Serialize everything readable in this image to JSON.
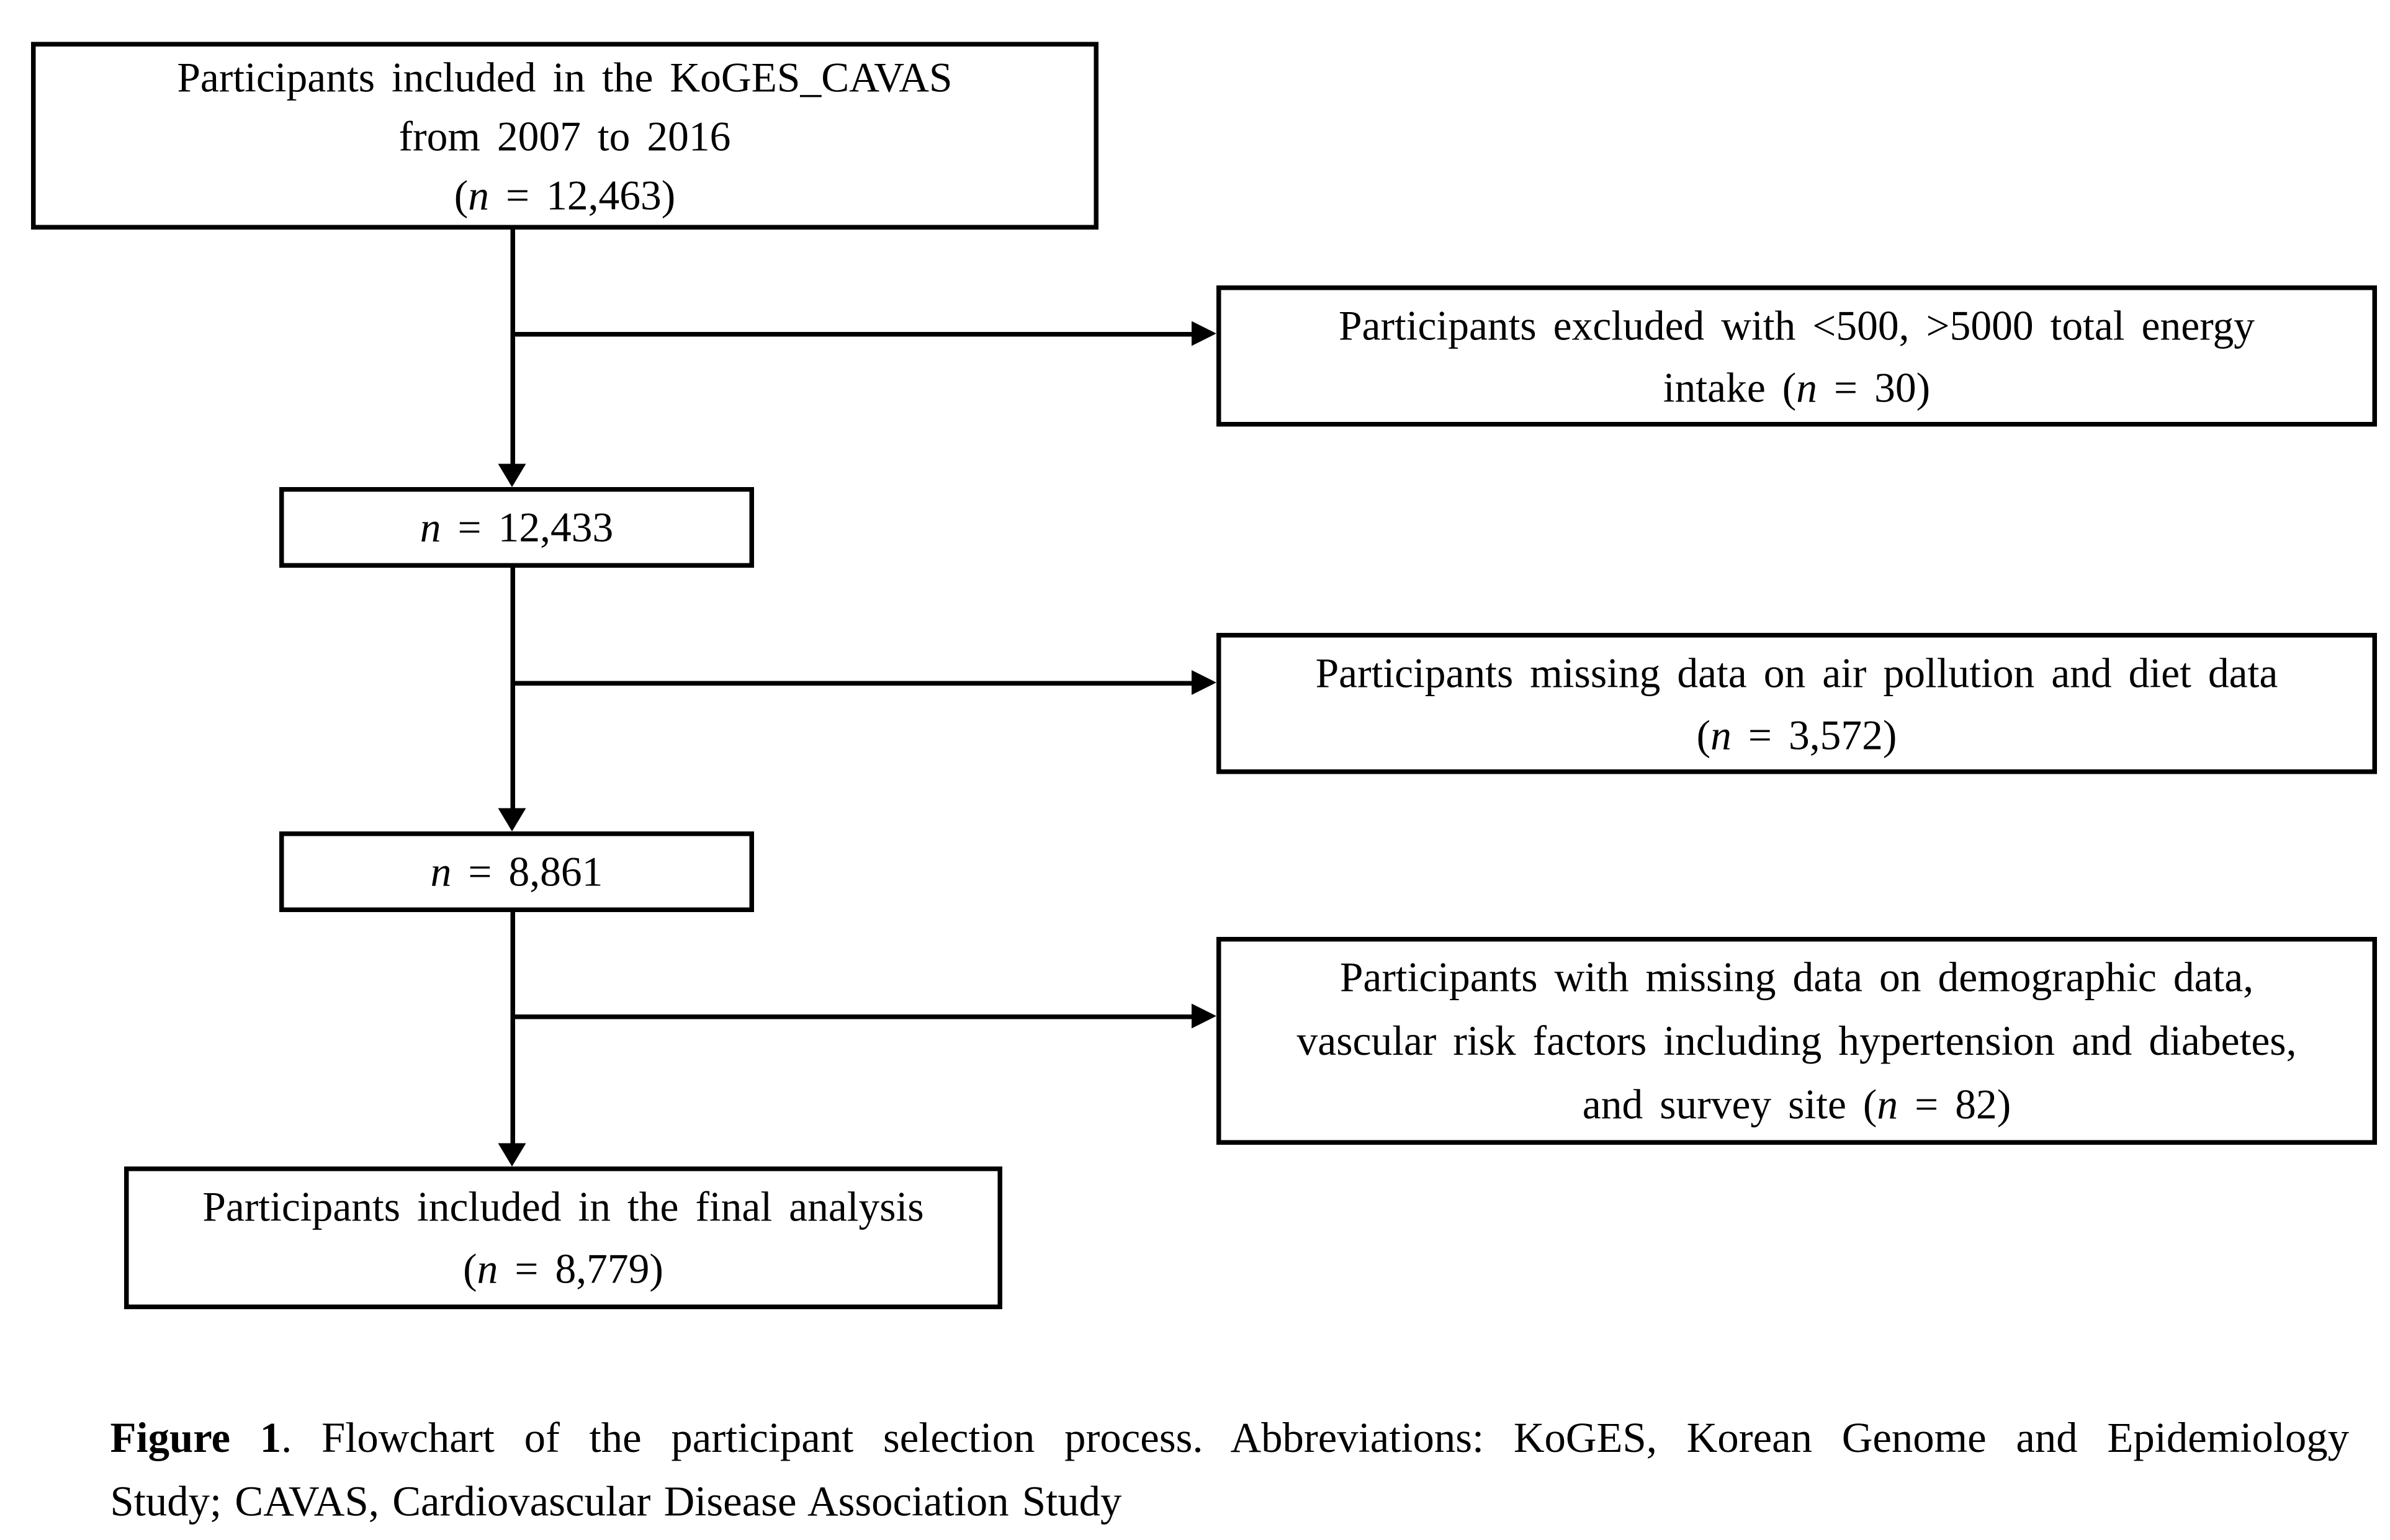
{
  "colors": {
    "ink": "#000000",
    "paper": "#ffffff"
  },
  "icons": {
    "down_arrowhead": "css-triangle-down",
    "right_arrowhead": "css-triangle-right"
  },
  "flow": {
    "box1": {
      "l1": "Participants included in the KoGES_CAVAS",
      "l2": "from 2007 to 2016",
      "n_pre": "(",
      "n_var": "n",
      "n_post": " = 12,463)"
    },
    "ex1": {
      "l1": "Participants excluded with <500, >5000 total energy",
      "l2_pre": "intake (",
      "n_var": "n",
      "n_post": " = 30)"
    },
    "box2": {
      "n_var": "n",
      "n_post": " = 12,433"
    },
    "ex2": {
      "l1": "Participants missing data on air pollution and diet data",
      "n_pre": "(",
      "n_var": "n",
      "n_post": " = 3,572)"
    },
    "box3": {
      "n_var": "n",
      "n_post": " = 8,861"
    },
    "ex3": {
      "l1": "Participants with missing data on demographic data,",
      "l2": "vascular risk factors including hypertension and diabetes,",
      "l3_pre": "and survey site (",
      "n_var": "n",
      "n_post": " = 82)"
    },
    "box4": {
      "l1": "Participants included in the final analysis",
      "n_pre": "(",
      "n_var": "n",
      "n_post": " = 8,779)"
    }
  },
  "caption": {
    "label": "Figure 1",
    "line1_rest": ". Flowchart of the participant selection process. Abbreviations: KoGES, Korean Genome and Epidemiology",
    "line2": "Study; CAVAS, Cardiovascular Disease Association Study"
  }
}
